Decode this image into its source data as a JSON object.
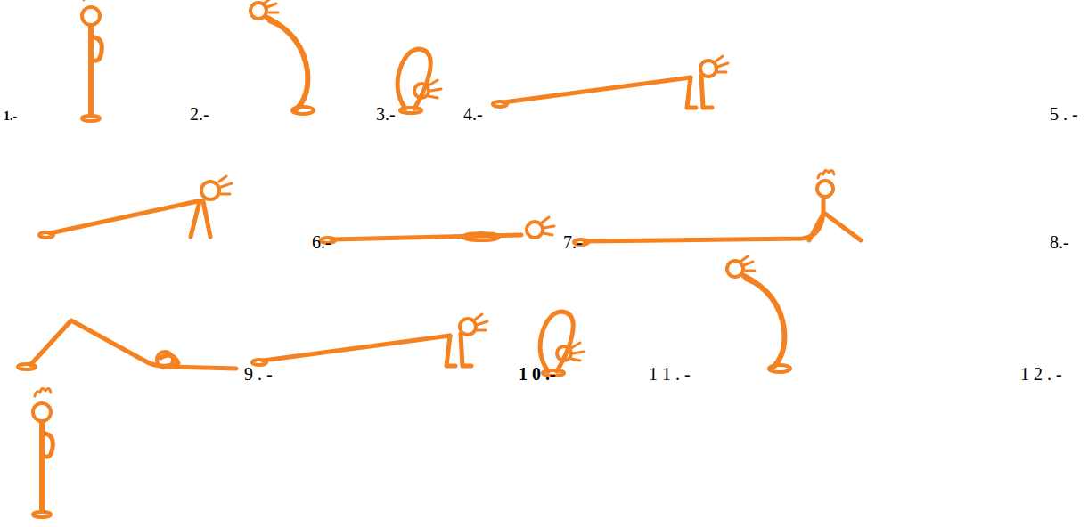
{
  "diagram": {
    "labels": [
      "1.-",
      "2.-",
      "3.-",
      "4.-",
      "5 . -",
      "6.-",
      "7.-",
      "8.-",
      "9 . -",
      "1 0 .-",
      "1 1 . -",
      "1 2 . -"
    ]
  }
}
